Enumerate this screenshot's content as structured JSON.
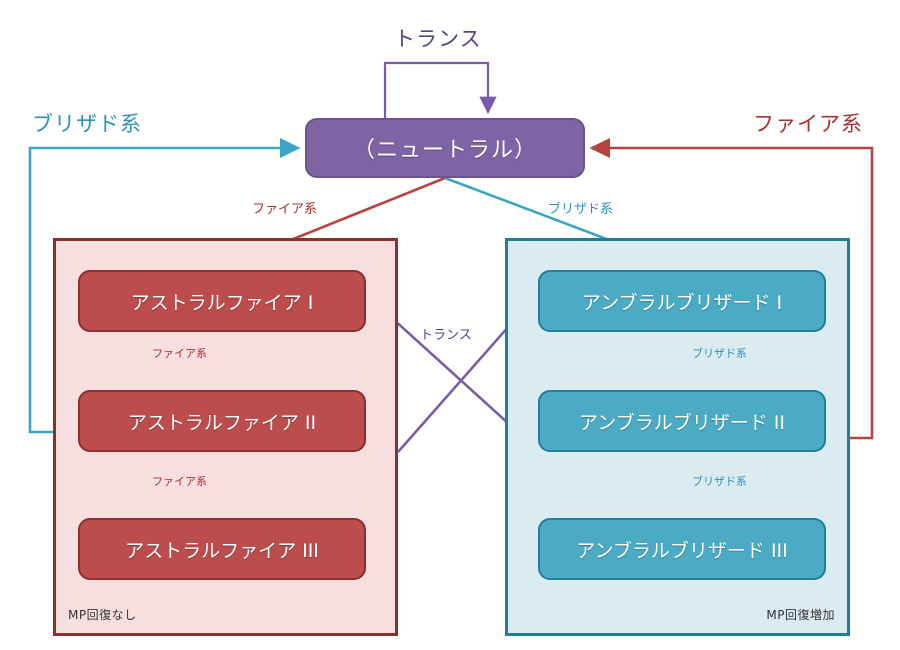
{
  "diagram": {
    "title_labels": {
      "trance_top": "トランス",
      "trance_mid": "トランス",
      "blizzard_left": "ブリザド系",
      "fire_right": "ファイア系",
      "fire_diagonal": "ファイア系",
      "blizzard_diagonal": "ブリザド系"
    },
    "neutral": {
      "label": "（ニュートラル）",
      "color": "#7e64a5"
    },
    "fire_panel": {
      "note": "MP回復なし",
      "fill": "#f7dfdf",
      "border": "#8c2f2f",
      "node_fill": "#bd4c4c",
      "nodes": [
        {
          "label": "アストラルファイア I"
        },
        {
          "label": "アストラルファイア II"
        },
        {
          "label": "アストラルファイア III"
        }
      ],
      "step_labels": [
        "ファイア系",
        "ファイア系"
      ]
    },
    "ice_panel": {
      "note": "MP回復増加",
      "fill": "#daebf2",
      "border": "#1f7f99",
      "node_fill": "#4babc4",
      "nodes": [
        {
          "label": "アンブラルブリザード I"
        },
        {
          "label": "アンブラルブリザード II"
        },
        {
          "label": "アンブラルブリザード III"
        }
      ],
      "step_labels": [
        "ブリザド系",
        "ブリザド系"
      ]
    },
    "colors": {
      "fire_line": "#b5443f",
      "ice_line": "#3aa6c4",
      "purple_line": "#7a5ca8",
      "fire_text": "#a83232",
      "ice_text": "#2f93b5",
      "purple_text": "#5b3f8c"
    }
  }
}
